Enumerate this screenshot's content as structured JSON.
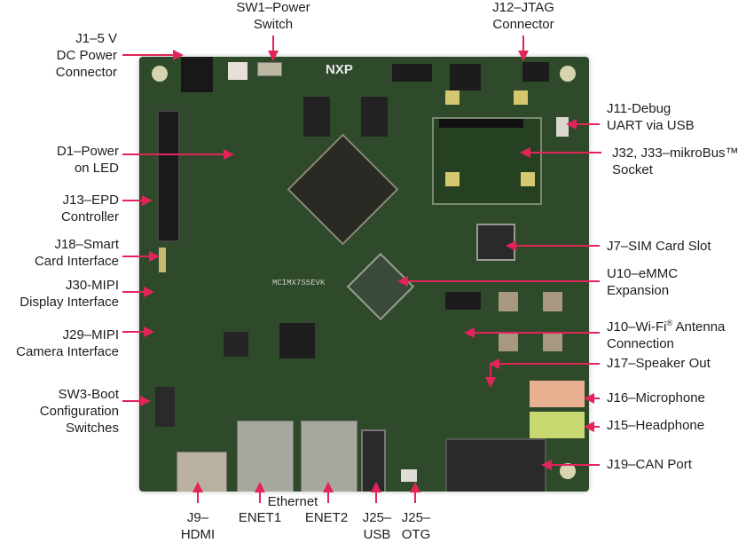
{
  "diagram": {
    "subject": "NXP development board (top view) with labeled components",
    "board_text": {
      "logo": "NXP",
      "chip_marking": "MCIMX7S5EVK"
    },
    "colors": {
      "arrow": "#e3245a",
      "text": "#1e1e1e",
      "pcb": "#2e4a2a",
      "mic_jack": "#e8b090",
      "headphone_jack": "#c8d870"
    },
    "labels": {
      "j1": {
        "line1": "J1–5 V",
        "line2": "DC Power",
        "line3": "Connector"
      },
      "sw1": {
        "line1": "SW1–Power",
        "line2": "Switch"
      },
      "j12": {
        "line1": "J12–JTAG",
        "line2": "Connector"
      },
      "j11": {
        "line1": "J11-Debug",
        "line2": "UART via USB"
      },
      "j32": {
        "line1": "J32, J33–mikroBus™",
        "line2": "Socket"
      },
      "d1": {
        "line1": "D1–Power",
        "line2": "on LED"
      },
      "j13": {
        "line1": "J13–EPD",
        "line2": "Controller"
      },
      "j18": {
        "line1": "J18–Smart",
        "line2": "Card Interface"
      },
      "j30": {
        "line1": "J30-MIPI",
        "line2": "Display Interface"
      },
      "j29": {
        "line1": "J29–MIPI",
        "line2": "Camera Interface"
      },
      "sw3": {
        "line1": "SW3-Boot",
        "line2": "Configuration",
        "line3": "Switches"
      },
      "j7": {
        "line1": "J7–SIM Card Slot"
      },
      "u10": {
        "line1": "U10–eMMC",
        "line2": "Expansion"
      },
      "j10": {
        "line1a": "J10–Wi-Fi",
        "line1sup": "®",
        "line1b": " Antenna",
        "line2": "Connection"
      },
      "j17": {
        "line1": "J17–Speaker Out"
      },
      "j16": {
        "line1": "J16–Microphone"
      },
      "j15": {
        "line1": "J15–Headphone"
      },
      "j19": {
        "line1": "J19–CAN Port"
      },
      "j9": {
        "line1": "J9–",
        "line2": "HDMI"
      },
      "ethernet": {
        "group": "Ethernet",
        "enet1": "ENET1",
        "enet2": "ENET2"
      },
      "j25usb": {
        "line1": "J25–",
        "line2": "USB"
      },
      "j25otg": {
        "line1": "J25–",
        "line2": "OTG"
      }
    }
  }
}
